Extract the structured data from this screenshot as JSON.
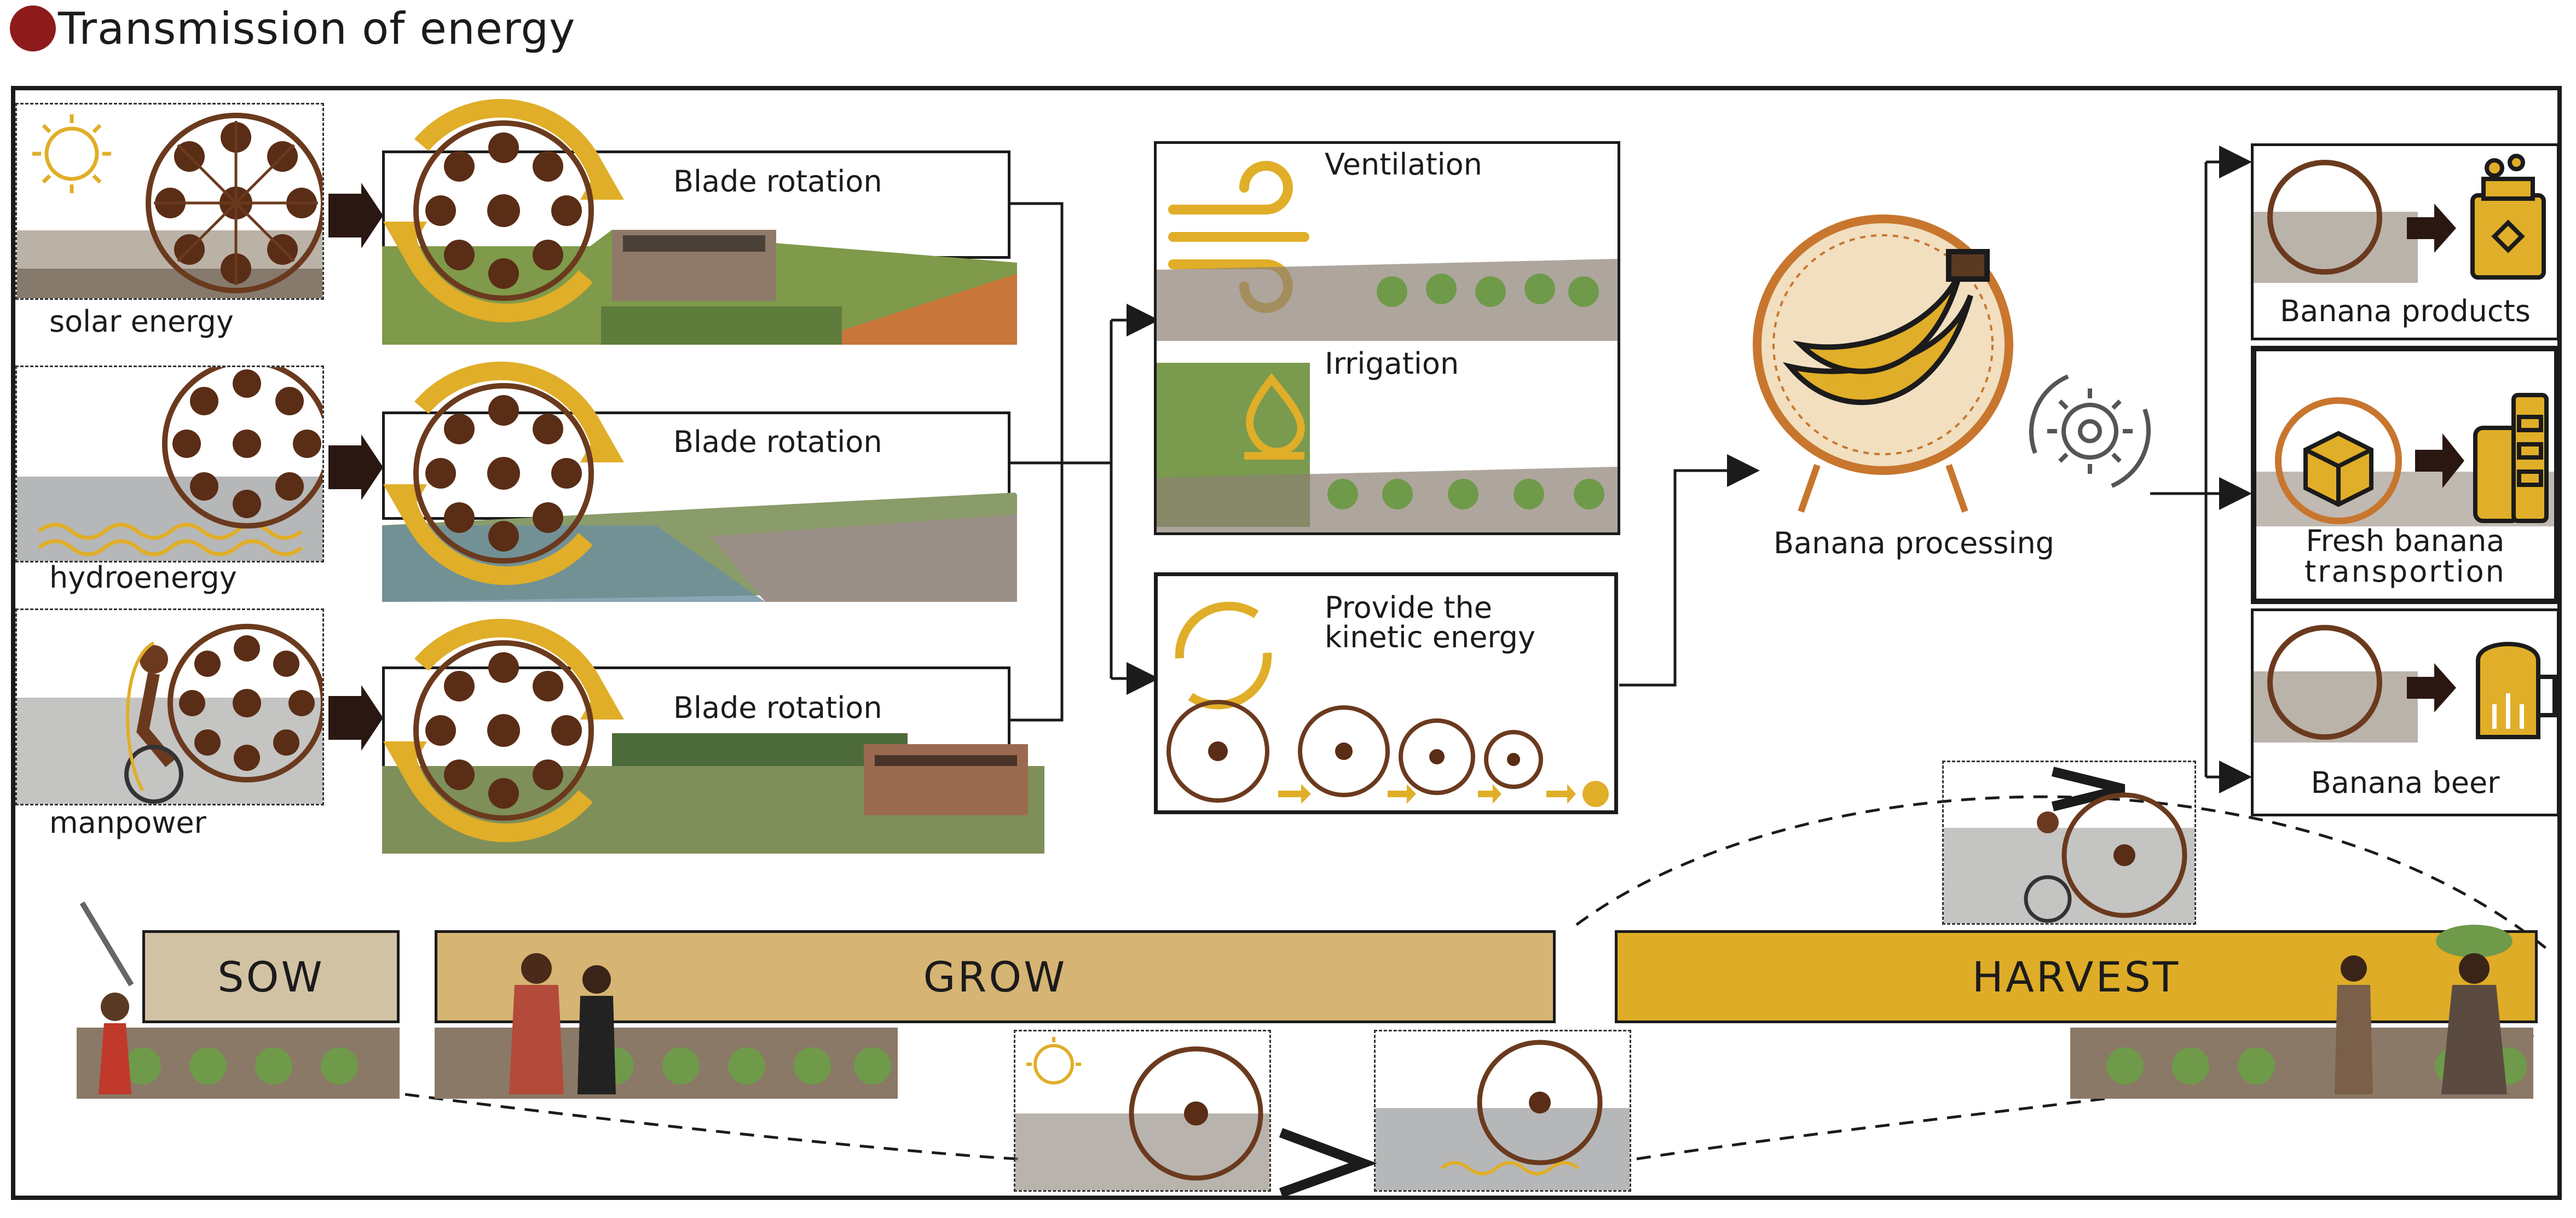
{
  "title": "Transmission of energy",
  "colors": {
    "accent": "#e0ae28",
    "dark": "#3b1e12",
    "title_dot": "#8e1b1b",
    "sow": "#d2c2a4",
    "grow": "#d6b473",
    "harvest": "#deac26"
  },
  "sources": [
    {
      "label": "solar energy",
      "icon": "sun-icon"
    },
    {
      "label": "hydroenergy",
      "icon": "water-wave-icon"
    },
    {
      "label": "manpower",
      "icon": "cyclist-icon"
    }
  ],
  "blade_rotation": [
    "Blade rotation",
    "Blade rotation",
    "Blade rotation"
  ],
  "uses": {
    "ventilation": "Ventilation",
    "irrigation": "Irrigation",
    "kinetic_line1": "Provide the",
    "kinetic_line2": "kinetic energy"
  },
  "processing": {
    "label": "Banana processing",
    "icon": "gear-icon"
  },
  "outputs": [
    {
      "label": "Banana products",
      "icon": "jar-icon"
    },
    {
      "label_line1": "Fresh banana",
      "label_line2": "transportion",
      "icon": "box-icon"
    },
    {
      "label": "Banana beer",
      "icon": "beer-mug-icon"
    }
  ],
  "phases": [
    "SOW",
    "GROW",
    "HARVEST"
  ]
}
